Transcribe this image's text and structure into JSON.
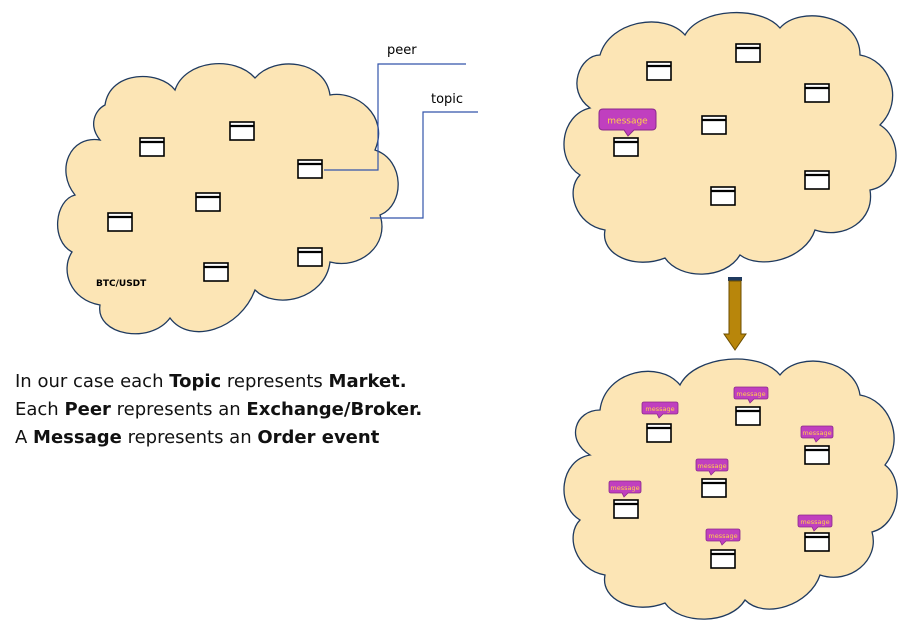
{
  "callouts": {
    "peer_label": "peer",
    "topic_label": "topic"
  },
  "left_cloud": {
    "market_label": "BTC/USDT"
  },
  "right_top_cloud": {
    "message_label": "message"
  },
  "right_bottom_cloud": {
    "message_label": "message"
  },
  "colors": {
    "cloud_fill": "#fce5b5",
    "cloud_stroke": "#1f3a5f",
    "message_fill": "#c03fbf",
    "message_text": "#ffd24a",
    "arrow_fill": "#b8860b",
    "callout_line": "#3355aa"
  },
  "description": {
    "line1": {
      "a": "In our case each ",
      "b": "Topic",
      "c": " represents ",
      "d": "Market."
    },
    "line2": {
      "a": "Each ",
      "b": "Peer",
      "c": " represents an ",
      "d": "Exchange/Broker."
    },
    "line3": {
      "a": "A ",
      "b": "Message",
      "c": " represents an ",
      "d": "Order event"
    }
  }
}
